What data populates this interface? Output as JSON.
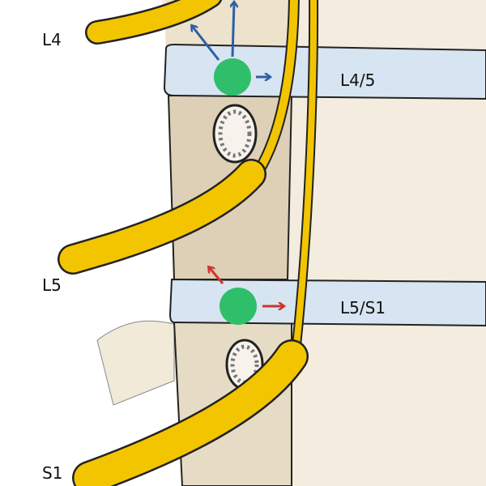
{
  "labels": {
    "l4": "L4",
    "l5": "L5",
    "s1": "S1",
    "disc_upper": "L4/5",
    "disc_lower": "L5/S1"
  },
  "colors": {
    "disc": "#d7e4f1",
    "bone": "#efe7d6",
    "body": "#ddd0b6",
    "nerve": "#f2c500",
    "marker": "#2fbf6a",
    "arrow_upper": "#2d5fa8",
    "arrow_lower": "#d0342c"
  }
}
